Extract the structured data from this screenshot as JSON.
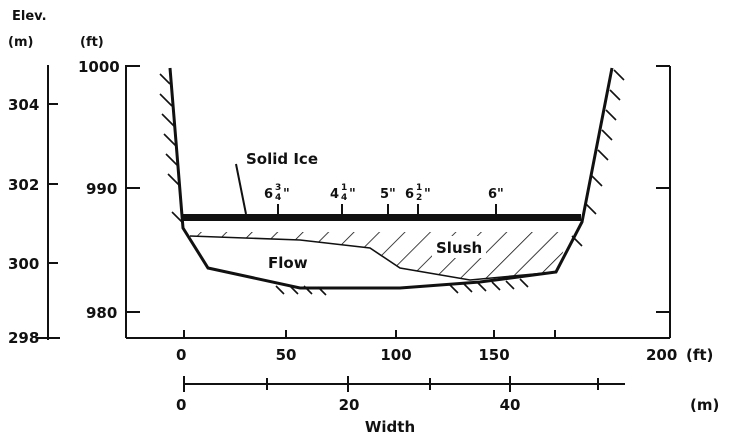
{
  "header": {
    "elev_label": "Elev.",
    "m_unit_label": "(m)",
    "ft_unit_label": "(ft)"
  },
  "elevation_m_ticks": [
    "304",
    "302",
    "300",
    "298"
  ],
  "elevation_ft_ticks": [
    "1000",
    "990",
    "980"
  ],
  "width_ft_ticks": [
    "0",
    "50",
    "100",
    "150",
    "200"
  ],
  "width_ft_unit": "(ft)",
  "width_m_ticks": [
    "0",
    "20",
    "40"
  ],
  "width_m_unit": "(m)",
  "width_title": "Width",
  "labels": {
    "solid_ice": "Solid Ice",
    "flow": "Flow",
    "slush": "Slush"
  },
  "thickness_marks": [
    {
      "whole": "6",
      "num": "3",
      "den": "4",
      "suffix": "\""
    },
    {
      "whole": "4",
      "num": "1",
      "den": "4",
      "suffix": "\""
    },
    {
      "whole": "5\"",
      "num": "",
      "den": "",
      "suffix": ""
    },
    {
      "whole": "6",
      "num": "1",
      "den": "2",
      "suffix": "\""
    },
    {
      "whole": "6\"",
      "num": "",
      "den": "",
      "suffix": ""
    }
  ],
  "colors": {
    "ink": "#111111",
    "background": "#ffffff"
  }
}
